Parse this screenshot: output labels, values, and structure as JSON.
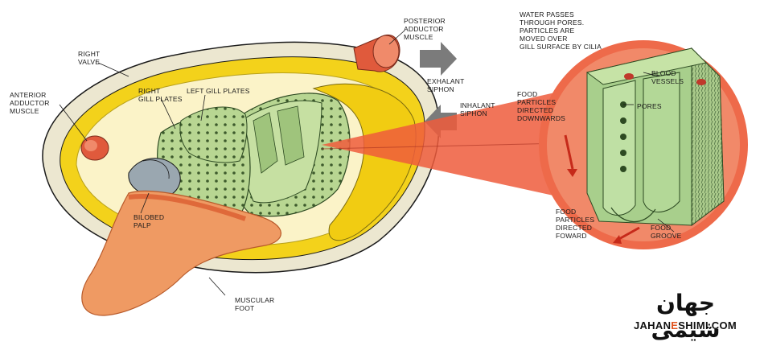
{
  "labels": {
    "right_valve": "RIGHT\nVALVE",
    "anterior_adductor": "ANTERIOR\nADDUCTOR\nMUSCLE",
    "right_gill_plates": "RIGHT\nGILL PLATES",
    "left_gill_plates": "LEFT GILL PLATES",
    "posterior_adductor": "POSTERIOR\nADDUCTOR\nMUSCLE",
    "exhalant_siphon": "EXHALANT\nSIPHON",
    "inhalant_siphon": "INHALANT\nSIPHON",
    "bilobed_palp": "BILOBED\nPALP",
    "muscular_foot": "MUSCULAR\nFOOT",
    "water_passes": "WATER PASSES\nTHROUGH PORES.\nPARTICLES ARE\nMOVED OVER\nGILL SURFACE BY CILIA",
    "food_down": "FOOD\nPARTICLES\nDIRECTED\nDOWNWARDS",
    "blood_vessels": "BLOOD\nVESSELS",
    "pores": "PORES",
    "food_forward": "FOOD\nPARTICLES\nDIRECTED\nFOWARD",
    "food_groove": "FOOD\nGROOVE"
  },
  "watermark": {
    "persian": "جهان شیمی",
    "url_left": "JAHAN",
    "url_mid": "E",
    "url_right": "SHIMI.COM"
  },
  "colors": {
    "shell_yellow": "#f3d21b",
    "shell_outer": "#e9e4cc",
    "gill_green": "#b6d28e",
    "muscle_red": "#e05a3c",
    "foot_orange": "#ef9a63",
    "halo_red": "#ee6a4a",
    "arrow_gray": "#7b7b7b"
  }
}
